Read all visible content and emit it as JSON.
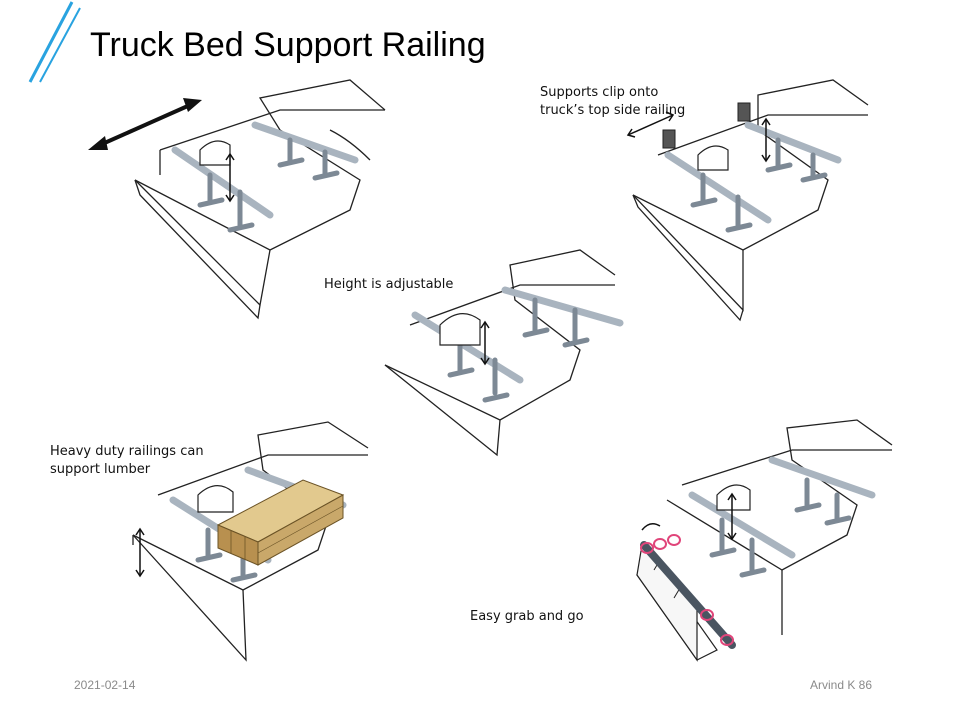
{
  "slide": {
    "title": "Truck Bed Support Railing",
    "accent_color": "#29a3e0",
    "captions": {
      "clip": "Supports  clip onto truck’s top side railing",
      "height": "Height is adjustable",
      "lumber": "Heavy duty railings can support lumber",
      "grab": "Easy grab and go"
    },
    "footer": {
      "date": "2021-02-14",
      "author": "Arvind  K 86"
    },
    "colors": {
      "rail": "#a9b4bf",
      "rail_dark": "#5f6b77",
      "lumber": "#c9a86a",
      "clip": "#e0457a"
    }
  }
}
